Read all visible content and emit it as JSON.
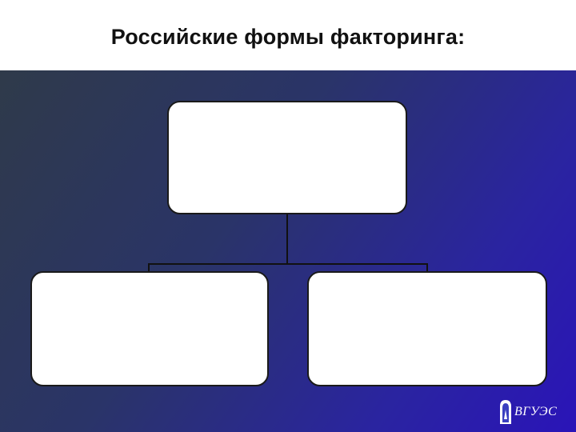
{
  "slide": {
    "title": "Российские формы факторинга:"
  },
  "diagram": {
    "nodes": [
      {
        "id": "root",
        "label": ""
      },
      {
        "id": "left-child",
        "label": ""
      },
      {
        "id": "right-child",
        "label": ""
      }
    ],
    "edges": [
      [
        "root",
        "left-child"
      ],
      [
        "root",
        "right-child"
      ]
    ]
  },
  "logo": {
    "text": "ВГУЭС",
    "icon": "university-emblem-icon"
  },
  "colors": {
    "background_start": "#2f3a4a",
    "background_end": "#2a14b8",
    "box_fill": "#ffffff",
    "connector": "#111111"
  }
}
